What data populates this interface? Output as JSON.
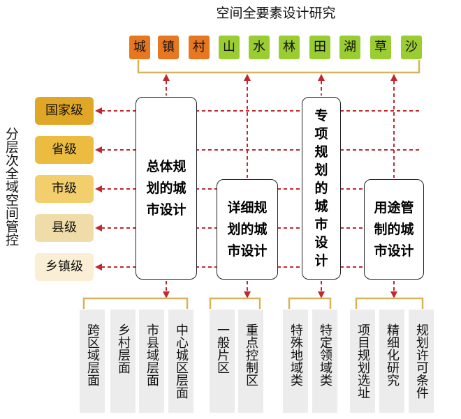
{
  "title": "空间全要素设计研究",
  "elements": [
    "城",
    "镇",
    "村",
    "山",
    "水",
    "林",
    "田",
    "湖",
    "草",
    "沙"
  ],
  "left_label": "分层次全域空间管控",
  "levels": [
    "国家级",
    "省级",
    "市级",
    "县级",
    "乡镇级"
  ],
  "plans": [
    {
      "lines": [
        "总体规",
        "划的城",
        "市设计"
      ]
    },
    {
      "lines": [
        "详细规",
        "划的城",
        "市设计"
      ]
    },
    {
      "lines": [
        "专",
        "项",
        "规",
        "划",
        "的",
        "城",
        "市",
        "设",
        "计"
      ]
    },
    {
      "lines": [
        "用途管",
        "制的城",
        "市设计"
      ]
    }
  ],
  "bottom_items": [
    "跨区域层面",
    "乡村层面",
    "市县域层面",
    "中心城区层面",
    "一般片区",
    "重点控制区",
    "特殊地域类",
    "特定领域类",
    "项目规划选址",
    "精细化研究",
    "规划许可条件"
  ],
  "colors": {
    "urban": "#e87722",
    "nature": "#9acd32",
    "bracket": "#d7b45a",
    "dash": "#c0282d",
    "levels": [
      "#e0a726",
      "#ebbc3f",
      "#f2cf6c",
      "#f0dca8",
      "#faefd4"
    ],
    "bottom_box": "#ececec"
  }
}
